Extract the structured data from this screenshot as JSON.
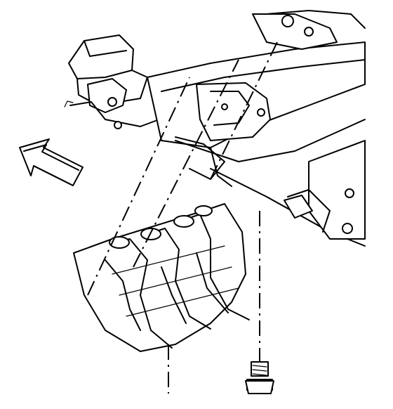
{
  "diagram": {
    "kind": "exploded-view line drawing",
    "parts": [
      {
        "name": "frame-crossmember"
      },
      {
        "name": "mount-bracket"
      },
      {
        "name": "component-assembly"
      },
      {
        "name": "bolt"
      },
      {
        "name": "direction-arrow"
      }
    ],
    "colors": {
      "ink": "#000000",
      "paper": "#ffffff"
    }
  }
}
